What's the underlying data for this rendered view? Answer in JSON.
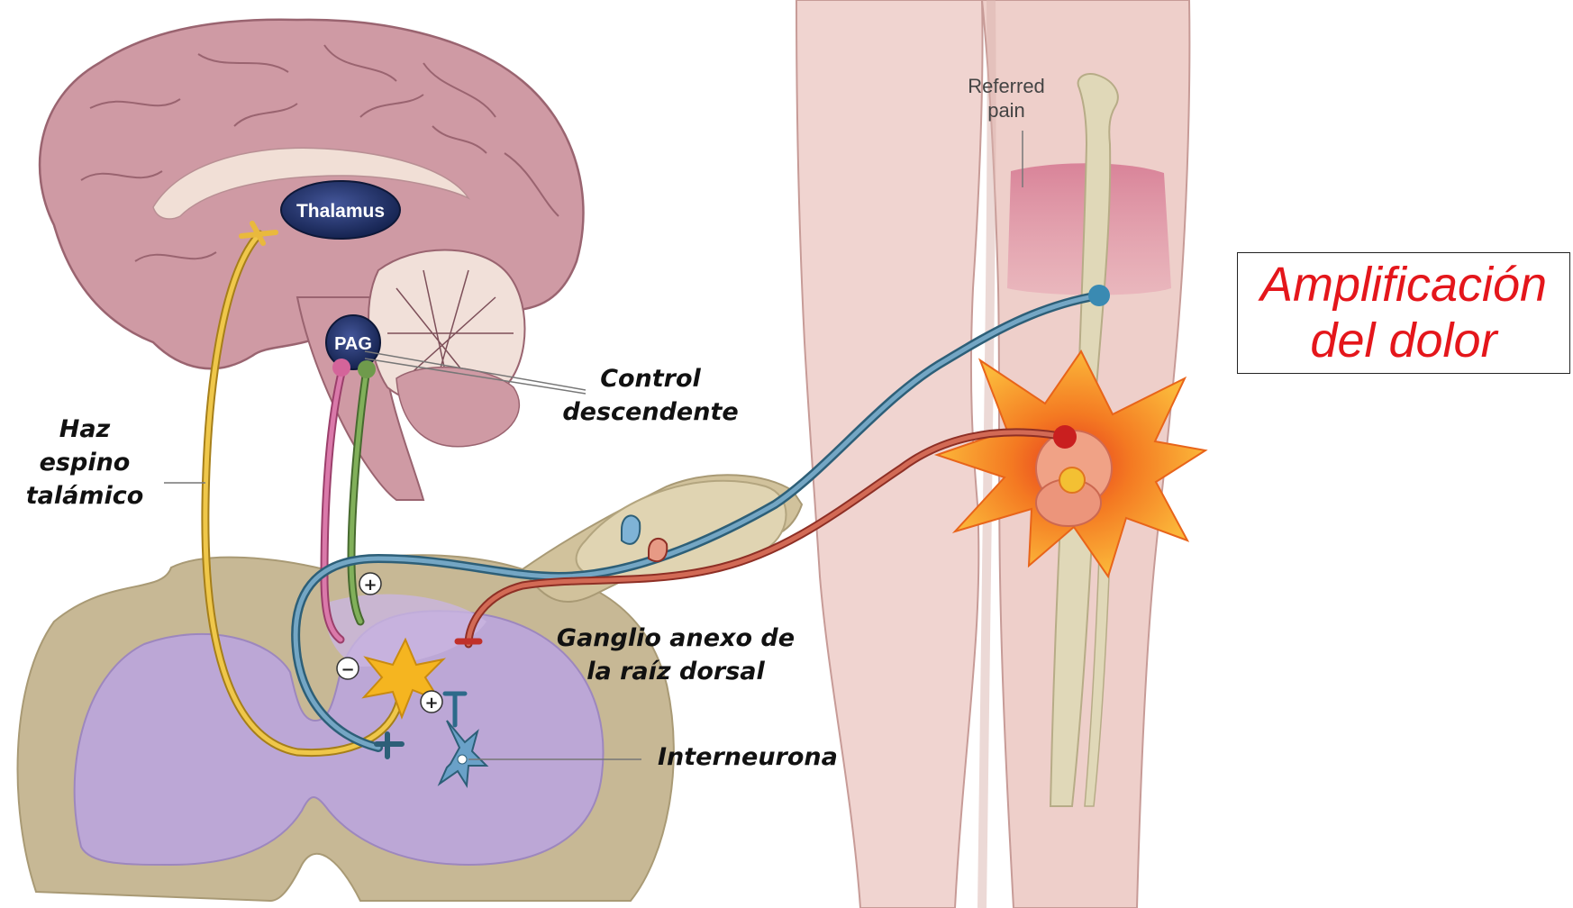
{
  "diagram": {
    "brain_labels": {
      "thalamus": "Thalamus",
      "pag": "PAG"
    },
    "leg_labels": {
      "referred_line1": "Referred",
      "referred_line2": "pain"
    },
    "labels": {
      "haz": [
        "Haz",
        "espino",
        "talámico"
      ],
      "control": [
        "Control",
        "descendente"
      ],
      "ganglio": [
        "Ganglio anexo de",
        "la raíz dorsal"
      ],
      "interneurona": "Interneurona"
    },
    "callout": {
      "line1": "Amplificación",
      "line2": "del dolor",
      "color": "#e4161b"
    },
    "signs": {
      "plus": "+",
      "minus": "−"
    },
    "colors": {
      "ascending_tract": "#e8bd3c",
      "pag_pink_fiber": "#d1649a",
      "pag_green_fiber": "#6f9a4c",
      "blue_afferent": "#3d7a98",
      "red_afferent": "#b8493a",
      "grey_matter": "#b9a3d2",
      "spinal_cord": "#c8b896",
      "brain": "#cd9ba3",
      "leg_skin": "#eed0cc",
      "bone": "#ddd6b8",
      "referred_pain": "#d7869a",
      "pain_burst": "#f6a623"
    }
  }
}
